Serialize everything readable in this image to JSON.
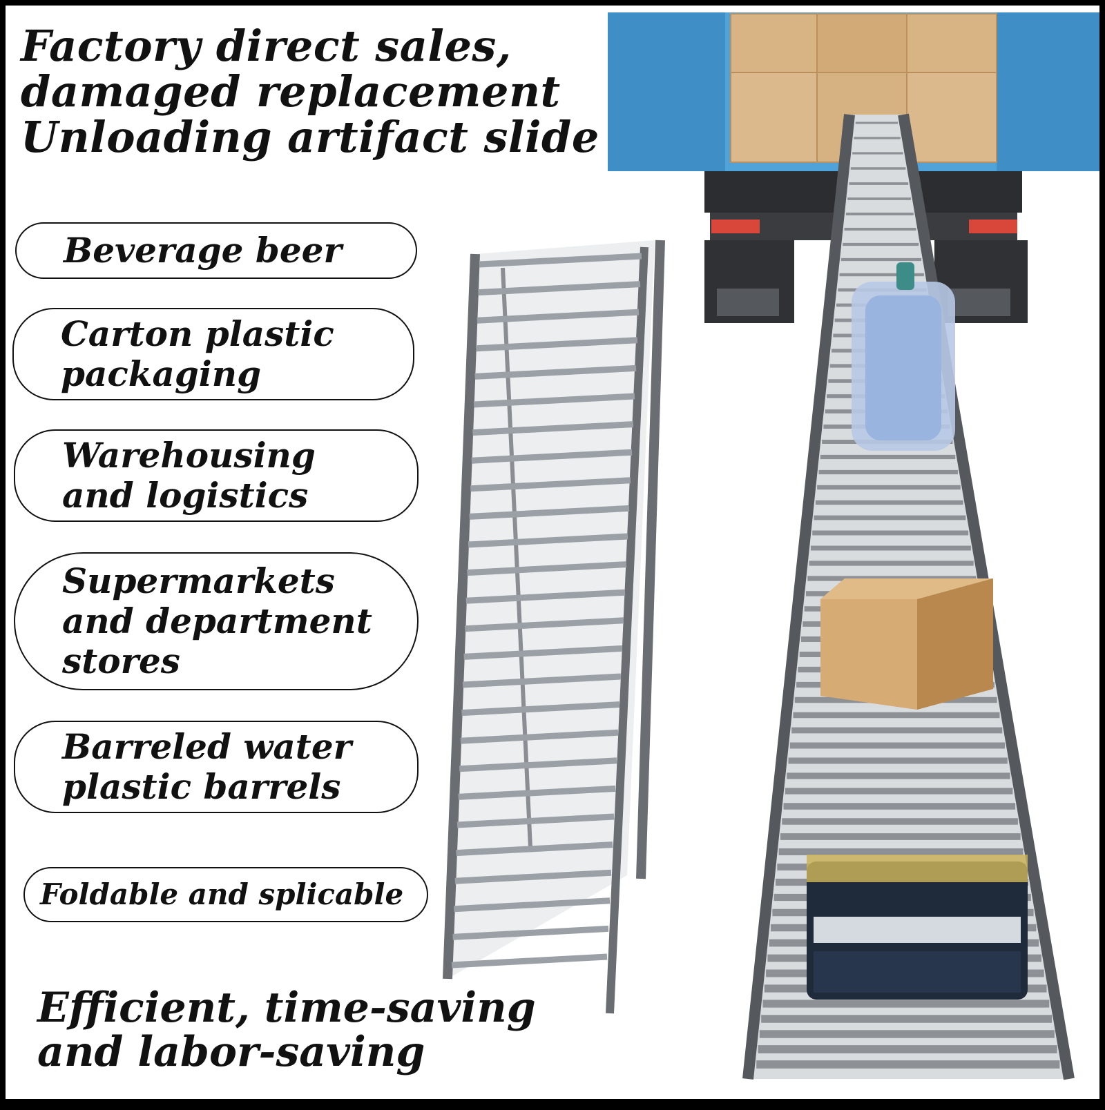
{
  "headline": {
    "line1": "Factory direct sales,",
    "line2": "damaged replacement",
    "line3": "Unloading artifact slide"
  },
  "applications": [
    {
      "lines": [
        "Beverage beer"
      ]
    },
    {
      "lines": [
        "Carton plastic",
        "packaging"
      ]
    },
    {
      "lines": [
        "Warehousing",
        "and logistics"
      ]
    },
    {
      "lines": [
        "Supermarkets",
        "and department",
        "stores"
      ]
    },
    {
      "lines": [
        "Barreled water",
        "plastic barrels"
      ]
    }
  ],
  "feature": "Foldable and splicable",
  "tagline": {
    "line1": "Efficient, time-saving",
    "line2": "and labor-saving"
  },
  "colors": {
    "truck_blue": "#4fa3d9",
    "cardboard": "#c89a62",
    "steel": "#9aa0a6",
    "steel_dark": "#4a4d51"
  }
}
